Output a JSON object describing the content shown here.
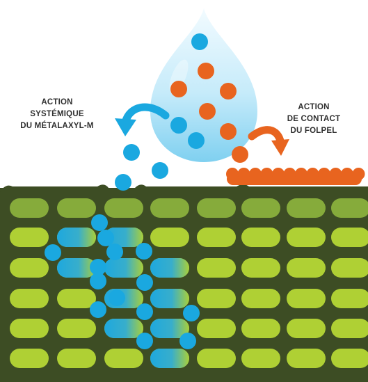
{
  "labels": {
    "systemic": {
      "line1": "ACTION",
      "line2": "SYSTÉMIQUE",
      "line3": "DU MÉTALAXYL-M"
    },
    "contact": {
      "line1": "ACTION",
      "line2": "DE CONTACT",
      "line3": "DU FOLPEL"
    }
  },
  "colors": {
    "drop_light": "#e6f6fd",
    "drop_mid": "#8fd5f1",
    "systemic_blue": "#1aa8e0",
    "systemic_teal": "#2aa3c9",
    "contact_orange": "#e8641f",
    "cell_wall": "#3d4d24",
    "cell_fill": "#8ec23d",
    "cell_fill_dark": "#7fa43a",
    "cell_light": "#b6d432"
  },
  "legend_icons": {
    "drop": "water-drop-icon",
    "systemic_arrow": "curved-arrow-left-icon",
    "contact_arrow": "curved-arrow-right-icon"
  }
}
